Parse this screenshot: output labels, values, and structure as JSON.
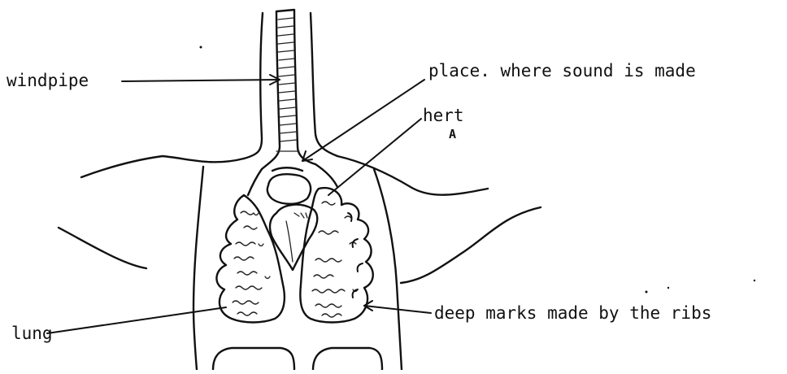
{
  "labels": {
    "windpipe": "windpipe",
    "voice_box": "place. where sound is made",
    "heart": "hert",
    "heart_correction": "A",
    "ribs": "deep marks made by the ribs",
    "lung": "lung"
  },
  "colors": {
    "ink": "#111111",
    "background": "#ffffff"
  }
}
